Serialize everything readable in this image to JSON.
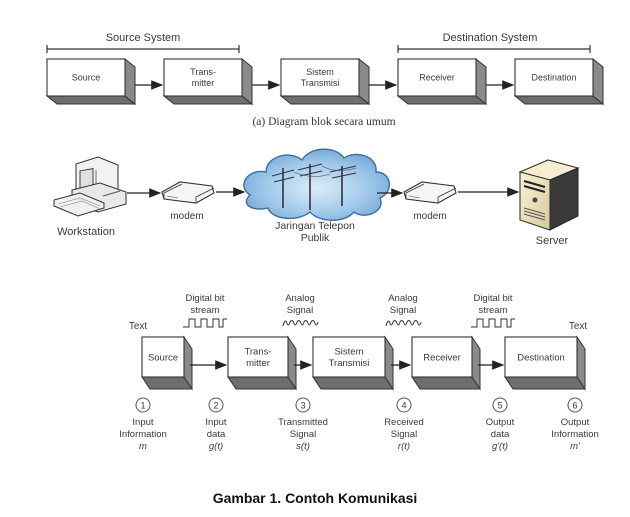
{
  "section_a": {
    "source_system_label": "Source System",
    "destination_system_label": "Destination System",
    "blocks": [
      {
        "id": "source",
        "lines": [
          "Source"
        ]
      },
      {
        "id": "transmitter",
        "lines": [
          "Trans-",
          "mitter"
        ]
      },
      {
        "id": "sistem-transmisi",
        "lines": [
          "Sistem",
          "Transmisi"
        ]
      },
      {
        "id": "receiver",
        "lines": [
          "Receiver"
        ]
      },
      {
        "id": "destination",
        "lines": [
          "Destination"
        ]
      }
    ],
    "caption": "(a) Diagram blok secara umum"
  },
  "section_b": {
    "workstation_label": "Workstation",
    "modem_left_label": "modem",
    "cloud_label_line1": "Jaringan Telepon",
    "cloud_label_line2": "Publik",
    "modem_right_label": "modem",
    "server_label": "Server"
  },
  "section_c": {
    "text_left": "Text",
    "text_right": "Text",
    "signal_labels": [
      {
        "line1": "Digital bit",
        "line2": "stream",
        "kind": "digital"
      },
      {
        "line1": "Analog",
        "line2": "Signal",
        "kind": "analog"
      },
      {
        "line1": "Analog",
        "line2": "Signal",
        "kind": "analog"
      },
      {
        "line1": "Digital bit",
        "line2": "stream",
        "kind": "digital"
      }
    ],
    "blocks": [
      {
        "id": "source",
        "lines": [
          "Source"
        ]
      },
      {
        "id": "transmitter",
        "lines": [
          "Trans-",
          "mitter"
        ]
      },
      {
        "id": "sistem-transmisi",
        "lines": [
          "Sistem",
          "Transmisi"
        ]
      },
      {
        "id": "receiver",
        "lines": [
          "Receiver"
        ]
      },
      {
        "id": "destination",
        "lines": [
          "Destination"
        ]
      }
    ],
    "points": [
      {
        "num": "1",
        "line1": "Input",
        "line2": "Information",
        "symbol": "m"
      },
      {
        "num": "2",
        "line1": "Input",
        "line2": "data",
        "symbol": "g(t)"
      },
      {
        "num": "3",
        "line1": "Transmitted",
        "line2": "Signal",
        "symbol": "s(t)"
      },
      {
        "num": "4",
        "line1": "Received",
        "line2": "Signal",
        "symbol": "r(t)"
      },
      {
        "num": "5",
        "line1": "Output",
        "line2": "data",
        "symbol": "g'(t)"
      },
      {
        "num": "6",
        "line1": "Output",
        "line2": "Information",
        "symbol": "m'"
      }
    ]
  },
  "figure_title": "Gambar 1. Contoh Komunikasi",
  "colors": {
    "block_face": "#ffffff",
    "block_side": "#8a8a8a",
    "block_bottom": "#6e6e6e",
    "cloud_fill": "#a9cfee",
    "cloud_stroke": "#3c6f9c",
    "line": "#222222"
  }
}
